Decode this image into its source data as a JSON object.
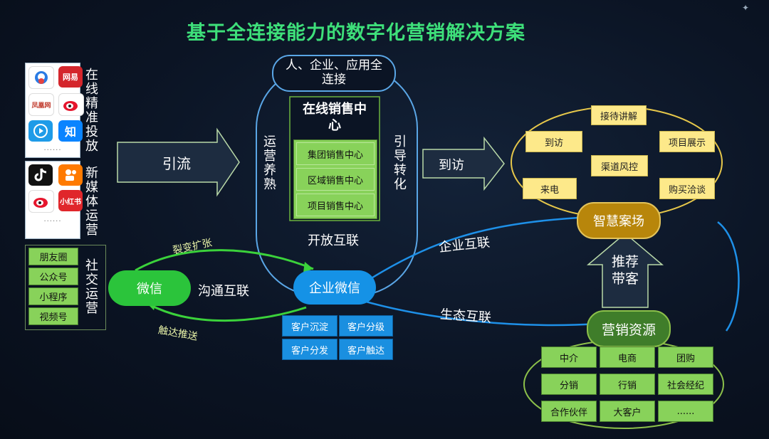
{
  "title": "基于全连接能力的数字化营销解决方案",
  "left": {
    "group1": {
      "label": "在线精准投放",
      "apps": [
        "网易",
        "凤凰网",
        "微博",
        "优酷",
        "知"
      ],
      "dots": "......"
    },
    "group2": {
      "label": "新媒体运营",
      "apps": [
        "抖音",
        "快手",
        "微博",
        "小红书"
      ],
      "dots": "......"
    },
    "group3": {
      "label": "社交运营",
      "items": [
        "朋友圈",
        "公众号",
        "小程序",
        "视频号"
      ]
    }
  },
  "arrows": {
    "yinliu": "引流",
    "daofang": "到访",
    "tuijian": "推荐带客"
  },
  "center": {
    "top": "人、企业、应用全连接",
    "left_vertical": "运营养熟",
    "right_vertical": "引导转化",
    "sales_title": "在线销售中心",
    "sales_items": [
      "集团销售中心",
      "区域销售中心",
      "项目销售中心"
    ],
    "open": "开放互联",
    "wecom": "企业微信",
    "wecom_items": [
      "客户沉淀",
      "客户分级",
      "客户分发",
      "客户触达"
    ]
  },
  "wechat": {
    "label": "微信",
    "comm": "沟通互联",
    "fission": "裂变扩张",
    "reach": "触达推送"
  },
  "links": {
    "enterprise": "企业互联",
    "eco": "生态互联"
  },
  "site": {
    "title": "智慧案场",
    "items": [
      "接待讲解",
      "到访",
      "项目展示",
      "渠道风控",
      "来电",
      "购买洽谈"
    ]
  },
  "resources": {
    "title": "营销资源",
    "items": [
      "中介",
      "电商",
      "团购",
      "分销",
      "行销",
      "社会经纪",
      "合作伙伴",
      "大客户",
      "......"
    ]
  },
  "colors": {
    "title": "#3ee07a",
    "green": "#88d25a",
    "yellow": "#fde98a",
    "blue": "#1a8fe0",
    "gold": "#b8860b"
  }
}
